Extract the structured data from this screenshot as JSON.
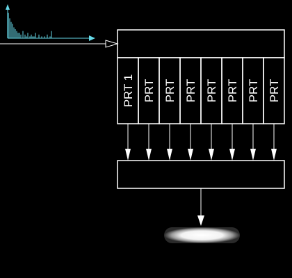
{
  "diagram": {
    "background_color": "#000000",
    "line_color": "#ffffff",
    "signal_color": "#66d9e8",
    "output_color": "#ffffff",
    "input_signal": {
      "icon": "spectrum-waveform-icon",
      "description_spikes": [
        14,
        11,
        9,
        8,
        6,
        5,
        4,
        3,
        3,
        2,
        4,
        2,
        1,
        3,
        1,
        2,
        1,
        1,
        3,
        2,
        1,
        1,
        2,
        1,
        4
      ]
    },
    "top_block": {
      "label": ""
    },
    "prt_columns": [
      {
        "label": "PRT 1"
      },
      {
        "label": "PRT"
      },
      {
        "label": "PRT"
      },
      {
        "label": "PRT"
      },
      {
        "label": "PRT"
      },
      {
        "label": "PRT"
      },
      {
        "label": "PRT"
      },
      {
        "label": "PRT"
      }
    ],
    "bottom_block": {
      "label": ""
    },
    "output": {
      "icon": "glowing-pill-output-icon"
    }
  }
}
